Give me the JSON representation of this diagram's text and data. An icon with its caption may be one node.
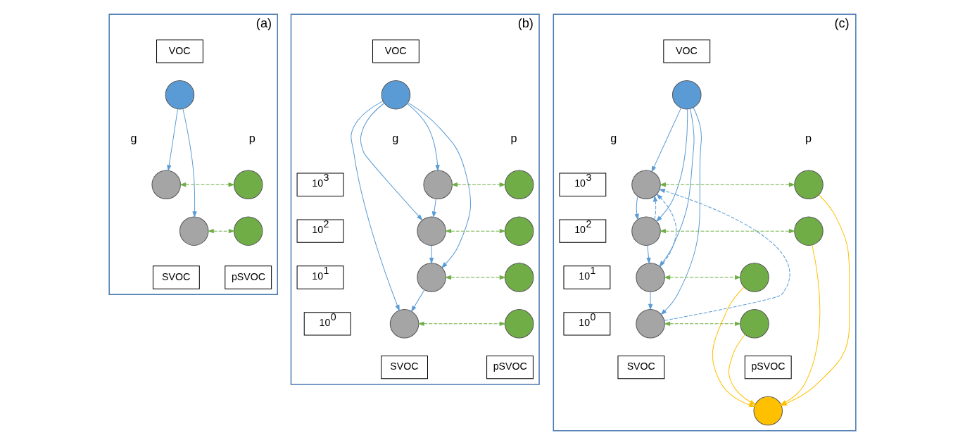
{
  "diagram": {
    "nodes": [
      {
        "text": [
          "(a)"
        ]
      },
      {
        "text": [
          "VOC"
        ],
        "in": 0
      },
      {
        "text": [],
        "shape": "circle",
        "in": 0
      },
      {
        "text": [],
        "shape": "circle",
        "in": 0
      },
      {
        "text": [],
        "shape": "circle",
        "in": 0
      },
      {
        "text": [],
        "shape": "circle",
        "in": 0
      },
      {
        "text": [],
        "shape": "circle",
        "in": 0
      },
      {
        "text": [
          "SVOC"
        ],
        "in": 0
      },
      {
        "text": [
          "pSVOC"
        ],
        "in": 0
      },
      {
        "text": [
          "(b)"
        ]
      },
      {
        "text": [
          "VOC"
        ],
        "in": 9
      },
      {
        "text": [],
        "shape": "circle",
        "in": 9
      },
      {
        "text": [
          "10$^{3}$"
        ],
        "in": 9
      },
      {
        "text": [
          "10$^{2}$"
        ],
        "in": 9
      },
      {
        "text": [
          "10$^{1}$"
        ],
        "in": 9
      },
      {
        "text": [
          "10$^{0}$"
        ],
        "in": 9
      },
      {
        "text": [],
        "shape": "circle",
        "in": 9
      },
      {
        "text": [],
        "shape": "circle",
        "in": 9
      },
      {
        "text": [],
        "shape": "circle",
        "in": 9
      },
      {
        "text": [],
        "shape": "circle",
        "in": 9
      },
      {
        "text": [],
        "shape": "circle",
        "in": 9
      },
      {
        "text": [],
        "shape": "circle",
        "in": 9
      },
      {
        "text": [],
        "shape": "circle",
        "in": 9
      },
      {
        "text": [],
        "shape": "circle",
        "in": 9
      },
      {
        "text": [
          "SVOC"
        ],
        "in": 9
      },
      {
        "text": [
          "pSVOC"
        ],
        "in": 9
      },
      {
        "text": [
          "(c)"
        ]
      },
      {
        "text": [
          "VOC"
        ],
        "in": 26
      },
      {
        "text": [],
        "shape": "circle",
        "in": 26
      },
      {
        "text": [
          "10$^{3}$"
        ],
        "in": 26
      },
      {
        "text": [
          "10$^{2}$"
        ],
        "in": 26
      },
      {
        "text": [
          "10$^{1}$"
        ],
        "in": 26
      },
      {
        "text": [
          "10$^{0}$"
        ],
        "in": 26
      },
      {
        "text": [],
        "shape": "circle",
        "in": 26
      },
      {
        "text": [],
        "shape": "circle",
        "in": 26
      },
      {
        "text": [],
        "shape": "circle",
        "in": 26
      },
      {
        "text": [],
        "shape": "circle",
        "in": 26
      },
      {
        "text": [],
        "shape": "circle",
        "in": 26
      },
      {
        "text": [],
        "shape": "circle",
        "in": 26
      },
      {
        "text": [],
        "shape": "circle",
        "in": 26
      },
      {
        "text": [],
        "shape": "circle",
        "in": 26
      },
      {
        "text": [
          "SVOC"
        ],
        "in": 26
      },
      {
        "text": [
          "pSVOC"
        ],
        "in": 26
      },
      {
        "text": [],
        "shape": "circle",
        "in": 26
      }
    ],
    "edges": [
      {
        "from": 2,
        "to": 3,
        "arrow": "to"
      },
      {
        "from": 2,
        "to": 4,
        "arrow": "to"
      },
      {
        "from": 3,
        "to": 5,
        "arrow": "both",
        "style": "dashed",
        "color": "#70ad47"
      },
      {
        "from": 4,
        "to": 6,
        "arrow": "both",
        "style": "dashed",
        "color": "#70ad47"
      },
      {
        "from": 11,
        "to": 16,
        "arrow": "to"
      },
      {
        "from": 11,
        "to": 17,
        "arrow": "to"
      },
      {
        "from": 11,
        "to": 18,
        "arrow": "to"
      },
      {
        "from": 11,
        "to": 19,
        "arrow": "to"
      },
      {
        "from": 16,
        "to": 17,
        "arrow": "to"
      },
      {
        "from": 17,
        "to": 18,
        "arrow": "to"
      },
      {
        "from": 18,
        "to": 19,
        "arrow": "to"
      },
      {
        "from": 16,
        "to": 20,
        "arrow": "both",
        "style": "dashed",
        "color": "#70ad47"
      },
      {
        "from": 17,
        "to": 21,
        "arrow": "both",
        "style": "dashed",
        "color": "#70ad47"
      },
      {
        "from": 18,
        "to": 22,
        "arrow": "both",
        "style": "dashed",
        "color": "#70ad47"
      },
      {
        "from": 19,
        "to": 23,
        "arrow": "both",
        "style": "dashed",
        "color": "#70ad47"
      },
      {
        "from": 28,
        "to": 33,
        "arrow": "to"
      },
      {
        "from": 28,
        "to": 34,
        "arrow": "to"
      },
      {
        "from": 28,
        "to": 35,
        "arrow": "to"
      },
      {
        "from": 28,
        "to": 36,
        "arrow": "to"
      },
      {
        "from": 33,
        "to": 34,
        "arrow": "to"
      },
      {
        "from": 34,
        "to": 35,
        "arrow": "to"
      },
      {
        "from": 35,
        "to": 36,
        "arrow": "to"
      },
      {
        "from": 34,
        "to": 33,
        "arrow": "to",
        "style": "dashed"
      },
      {
        "from": 35,
        "to": 33,
        "arrow": "to",
        "style": "dashed"
      },
      {
        "from": 36,
        "to": 33,
        "arrow": "to",
        "style": "dashed"
      },
      {
        "from": 33,
        "to": 37,
        "arrow": "both",
        "style": "dashed",
        "color": "#70ad47"
      },
      {
        "from": 34,
        "to": 38,
        "arrow": "both",
        "style": "dashed",
        "color": "#70ad47"
      },
      {
        "from": 35,
        "to": 39,
        "arrow": "both",
        "style": "dashed",
        "color": "#70ad47"
      },
      {
        "from": 36,
        "to": 40,
        "arrow": "both",
        "style": "dashed",
        "color": "#70ad47"
      },
      {
        "from": 37,
        "to": 43,
        "arrow": "to",
        "color": "#ffc000"
      },
      {
        "from": 38,
        "to": 43,
        "arrow": "to",
        "color": "#ffc000"
      },
      {
        "from": 39,
        "to": 43,
        "arrow": "to",
        "color": "#ffc000"
      },
      {
        "from": 40,
        "to": 43,
        "arrow": "to",
        "color": "#ffc000"
      }
    ],
    "labels": [
      "g",
      "p",
      "g",
      "p",
      "g",
      "p"
    ]
  }
}
